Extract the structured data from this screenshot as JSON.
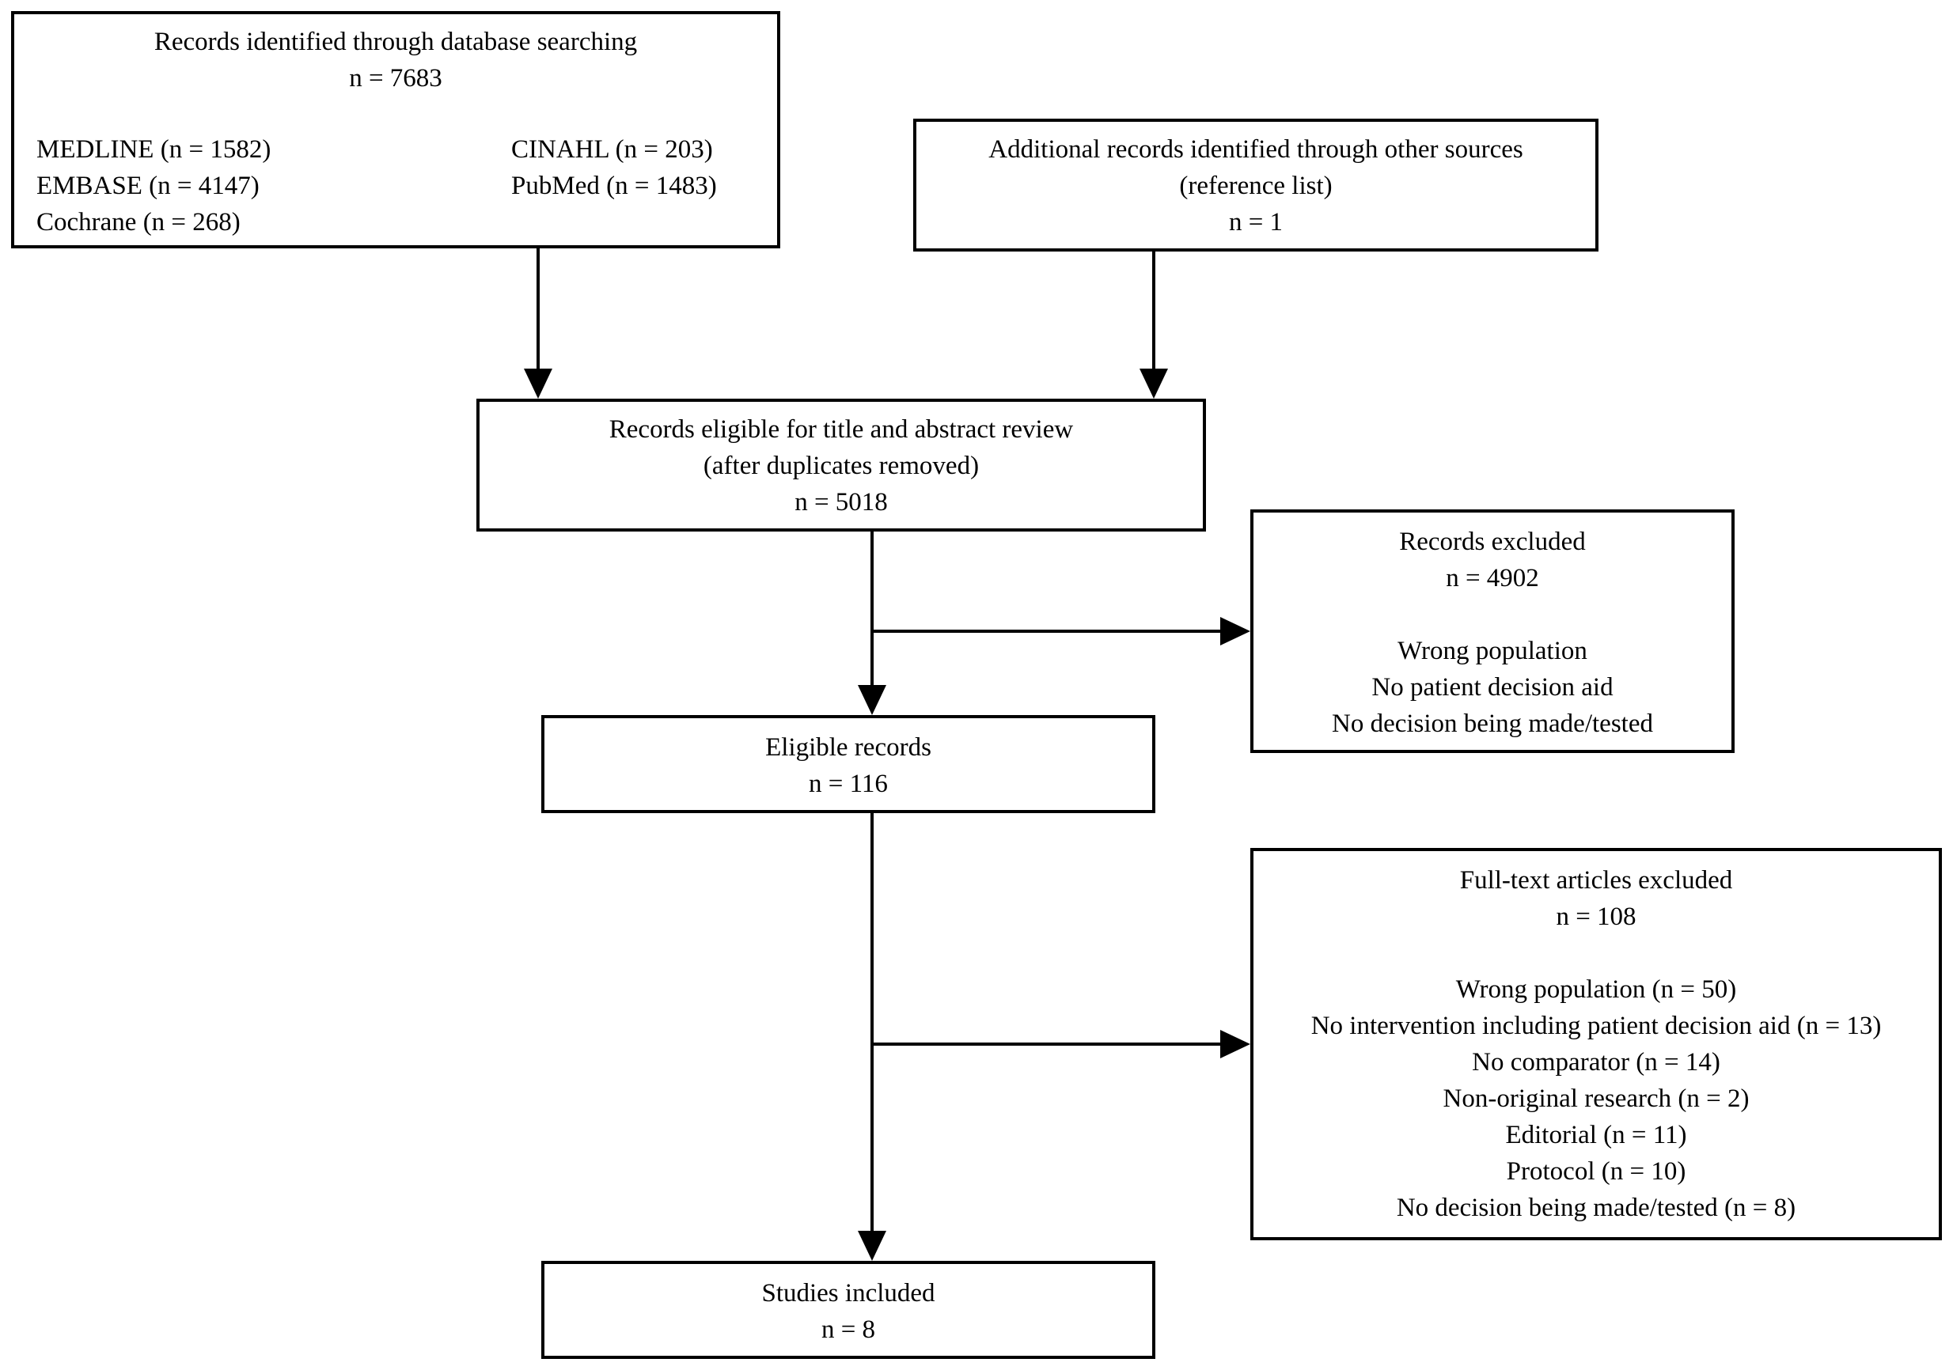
{
  "diagram": {
    "kind": "prisma-flow-diagram",
    "colors": {
      "line": "#000000",
      "background": "#ffffff",
      "text": "#000000"
    },
    "boxes": {
      "database_search": {
        "title": "Records identified through database searching",
        "count": "n = 7683",
        "sources_left": [
          "MEDLINE (n = 1582)",
          "EMBASE (n = 4147)",
          "Cochrane (n = 268)"
        ],
        "sources_right": [
          "CINAHL (n = 203)",
          "PubMed (n = 1483)"
        ]
      },
      "other_sources": {
        "line1": "Additional records identified through other sources",
        "line2": "(reference list)",
        "count": "n = 1"
      },
      "title_abstract_review": {
        "line1": "Records eligible for title and abstract review",
        "line2": "(after duplicates removed)",
        "count": "n = 5018"
      },
      "records_excluded": {
        "title": "Records excluded",
        "count": "n = 4902",
        "reasons": [
          "Wrong population",
          "No patient decision aid",
          "No decision being made/tested"
        ]
      },
      "eligible_records": {
        "title": "Eligible records",
        "count": "n = 116"
      },
      "fulltext_excluded": {
        "title": "Full-text articles excluded",
        "count": "n = 108",
        "reasons": [
          "Wrong population (n = 50)",
          "No intervention including patient decision aid (n = 13)",
          "No comparator (n = 14)",
          "Non-original research (n = 2)",
          "Editorial (n = 11)",
          "Protocol (n = 10)",
          "No decision being made/tested (n = 8)"
        ]
      },
      "studies_included": {
        "title": "Studies included",
        "count": "n = 8"
      }
    }
  }
}
